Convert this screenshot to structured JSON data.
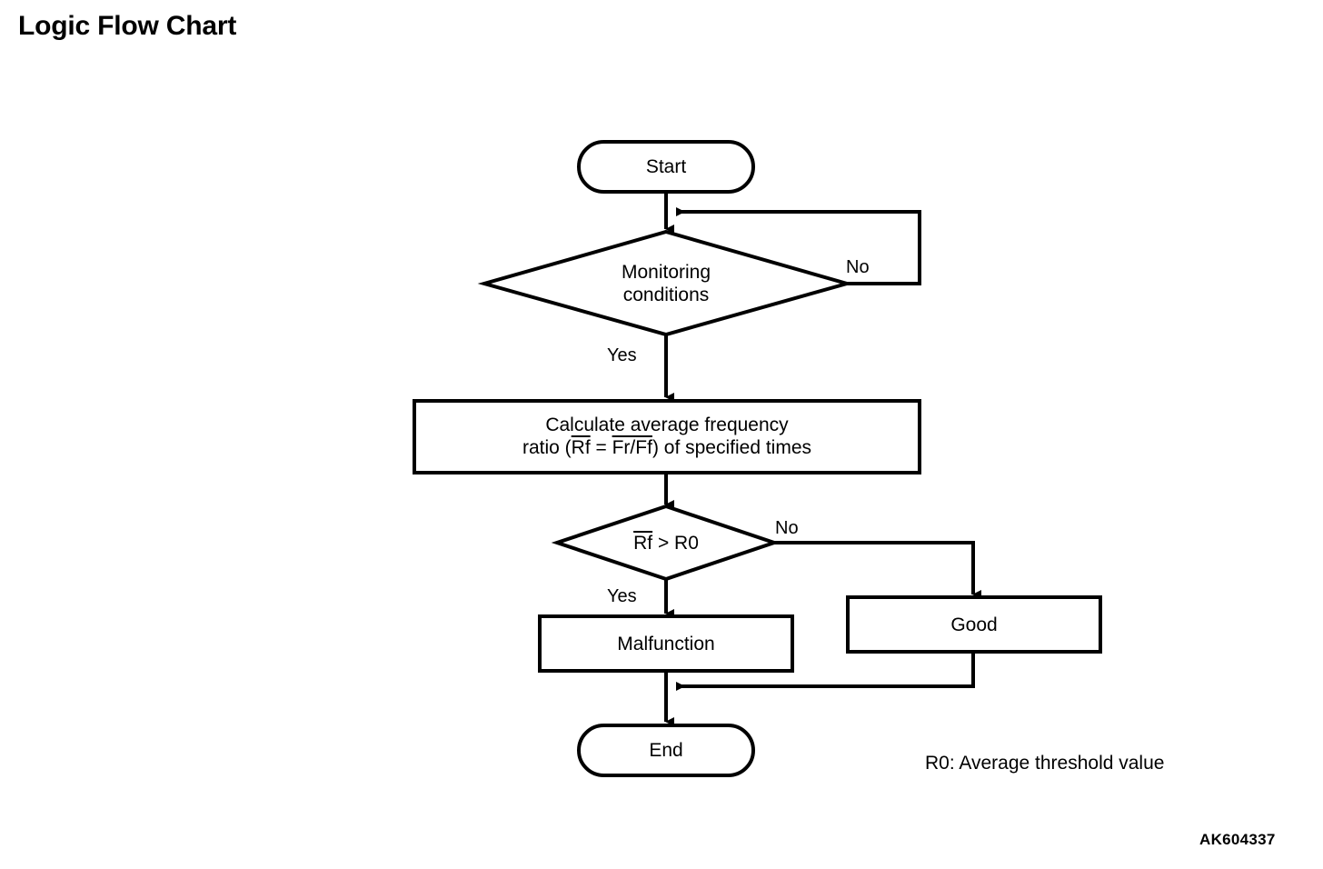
{
  "page": {
    "title": "Logic Flow Chart",
    "figure_code": "AK604337",
    "background_color": "#ffffff",
    "line_color": "#000000"
  },
  "legend": {
    "note": "R0: Average threshold value"
  },
  "chart_data": {
    "type": "diagram",
    "diagram_kind": "flowchart",
    "title": "Logic Flow Chart",
    "nodes": [
      {
        "id": "start",
        "shape": "terminator",
        "label": "Start"
      },
      {
        "id": "monitoring",
        "shape": "decision",
        "label": "Monitoring conditions",
        "line1": "Monitoring",
        "line2": "conditions"
      },
      {
        "id": "calculate",
        "shape": "process",
        "label": "Calculate average frequency ratio (Rf = Fr/Ff) of specified times",
        "line1": "Calculate average frequency",
        "line2_pre": "ratio (",
        "line2_rf": "Rf",
        "line2_mid": " = ",
        "line2_frff": "Fr/Ff",
        "line2_post": ") of specified times"
      },
      {
        "id": "compare",
        "shape": "decision",
        "label": "Rf > R0",
        "label_bar": "Rf",
        "label_rest": " > R0"
      },
      {
        "id": "malfunction",
        "shape": "process",
        "label": "Malfunction"
      },
      {
        "id": "good",
        "shape": "process",
        "label": "Good"
      },
      {
        "id": "end",
        "shape": "terminator",
        "label": "End"
      }
    ],
    "edges": [
      {
        "from": "start",
        "to": "monitoring",
        "label": ""
      },
      {
        "from": "monitoring",
        "to": "calculate",
        "label": "Yes"
      },
      {
        "from": "monitoring",
        "to": "start_join",
        "label": "No"
      },
      {
        "from": "calculate",
        "to": "compare",
        "label": ""
      },
      {
        "from": "compare",
        "to": "malfunction",
        "label": "Yes"
      },
      {
        "from": "compare",
        "to": "good",
        "label": "No"
      },
      {
        "from": "malfunction",
        "to": "end",
        "label": ""
      },
      {
        "from": "good",
        "to": "end",
        "label": ""
      }
    ]
  },
  "labels": {
    "start": "Start",
    "monitoring_line1": "Monitoring",
    "monitoring_line2": "conditions",
    "calculate_line1": "Calculate average frequency",
    "calculate_line2_pre": "ratio (",
    "calculate_line2_rf": "Rf",
    "calculate_line2_mid": " = ",
    "calculate_line2_frff": "Fr/Ff",
    "calculate_line2_post": ") of specified times",
    "compare_bar": "Rf",
    "compare_rest": " > R0",
    "malfunction": "Malfunction",
    "good": "Good",
    "end": "End",
    "yes_monitoring": "Yes",
    "no_monitoring": "No",
    "yes_compare": "Yes",
    "no_compare": "No"
  }
}
